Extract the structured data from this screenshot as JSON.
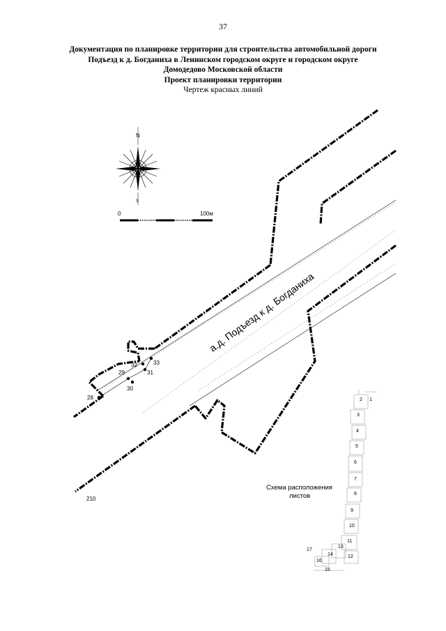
{
  "page_number": "37",
  "header": {
    "line1": "Документация по планировке территории для строительства автомобильной дороги",
    "line2": "Подъезд к д. Богданиха в Ленинском городском округе и городском округе",
    "line3": "Домодедово Московской области",
    "line4": "Проект планировки территории",
    "line5": "Чертеж красных линий"
  },
  "compass": {
    "north": "N",
    "south": "S"
  },
  "scale_bar": {
    "start": "0",
    "end": "100м"
  },
  "road_label": "а.д. Подъезд к д. Богданиха",
  "points": {
    "p28": "28",
    "p29": "29",
    "p30": "30",
    "p31": "31",
    "p32": "32",
    "p33": "33",
    "p210": "210"
  },
  "sheet_scheme": {
    "title_line1": "Схема расположения",
    "title_line2": "листов",
    "sheets": [
      "1",
      "2",
      "3",
      "4",
      "5",
      "6",
      "7",
      "8",
      "9",
      "10",
      "11",
      "12",
      "13",
      "14",
      "15",
      "16",
      "17"
    ]
  }
}
